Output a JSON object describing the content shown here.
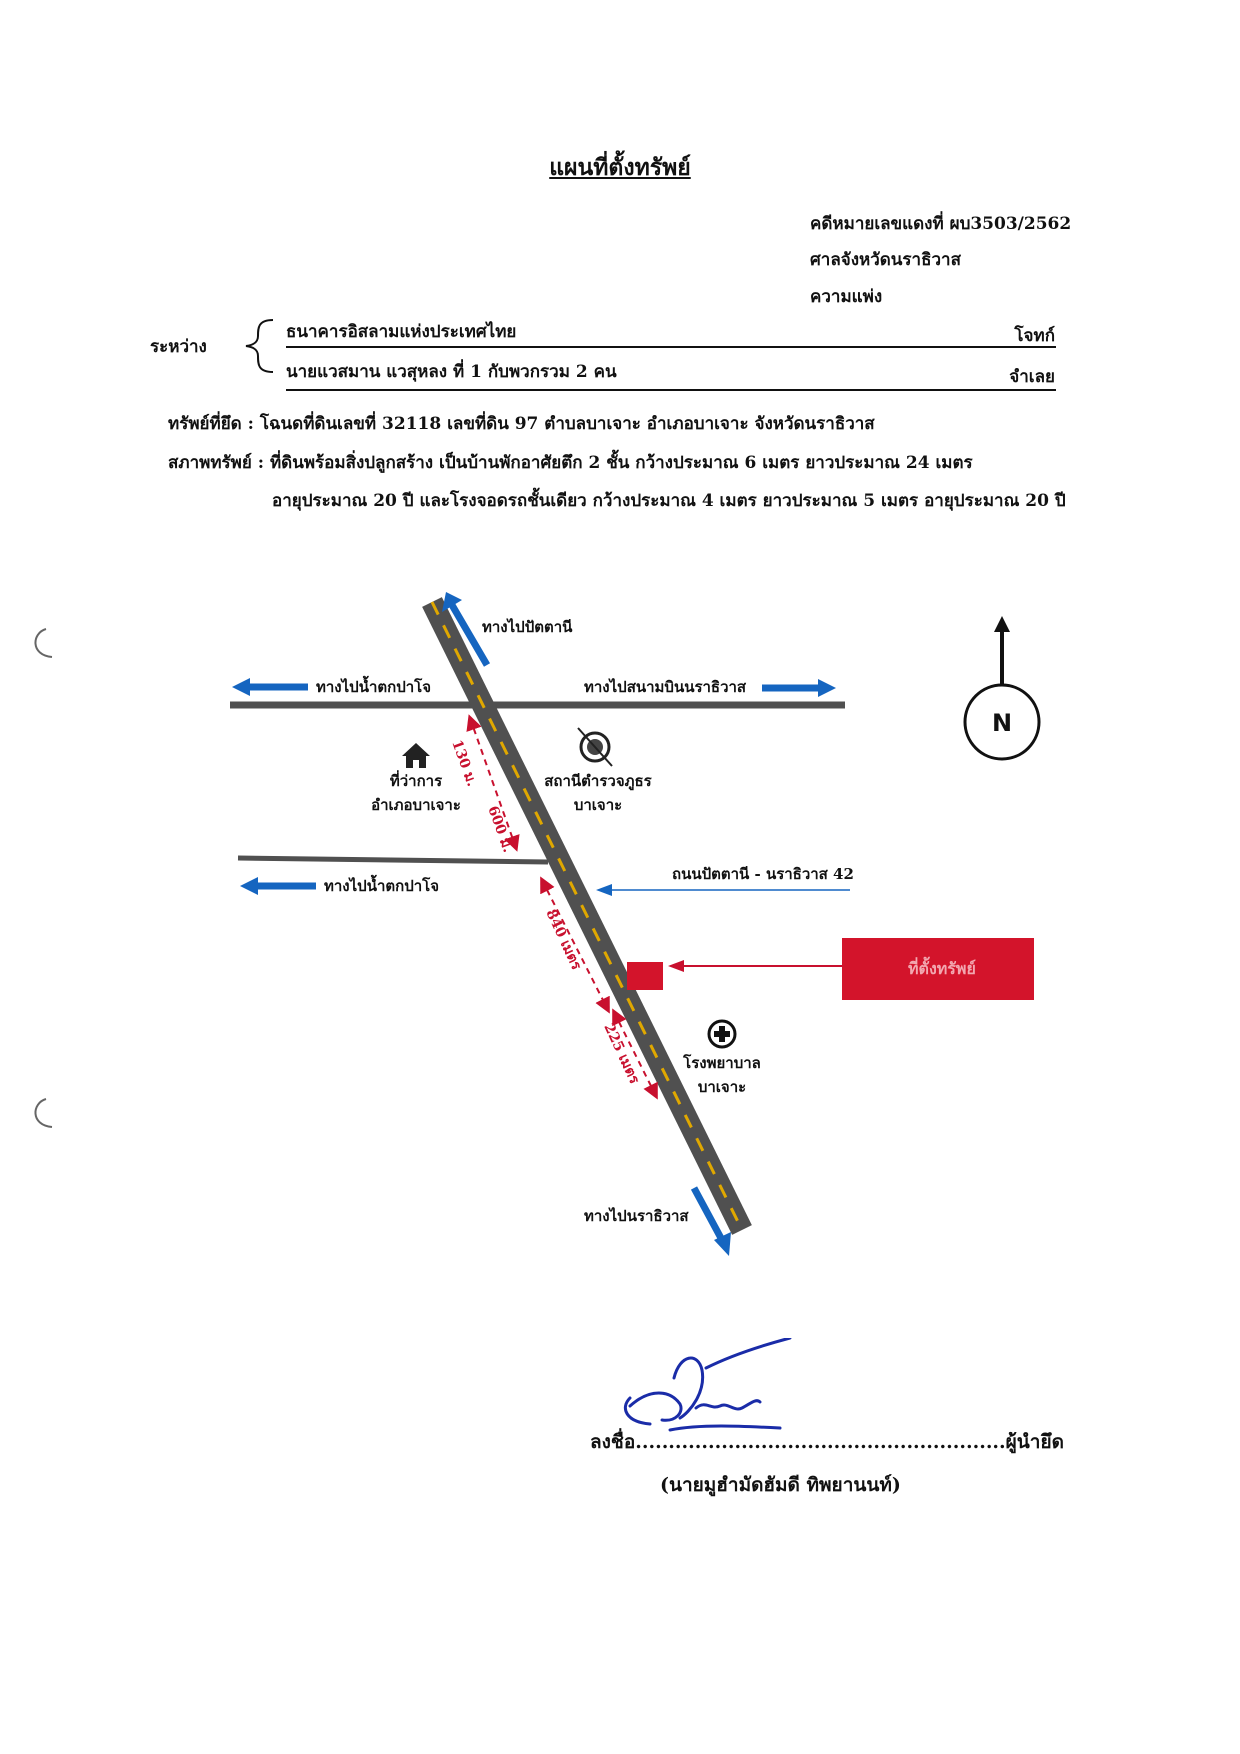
{
  "document": {
    "title": "แผนที่ตั้งทรัพย์",
    "case_number": "คดีหมายเลขแดงที่ ผบ3503/2562",
    "court": "ศาลจังหวัดนราธิวาส",
    "case_type": "ความแพ่ง",
    "between_label": "ระหว่าง",
    "plaintiff": "ธนาคารอิสลามแห่งประเทศไทย",
    "plaintiff_role": "โจทก์",
    "defendant": "นายแวสมาน แวสุหลง ที่ 1 กับพวกรวม 2 คน",
    "defendant_role": "จำเลย",
    "seized_property": "ทรัพย์ที่ยึด : โฉนดที่ดินเลขที่ 32118 เลขที่ดิน 97 ตำบลบาเจาะ อำเภอบาเจาะ จังหวัดนราธิวาส",
    "condition_line1": "สภาพทรัพย์ : ที่ดินพร้อมสิ่งปลูกสร้าง เป็นบ้านพักอาศัยตึก 2 ชั้น กว้างประมาณ 6 เมตร ยาวประมาณ 24 เมตร",
    "condition_line2": "อายุประมาณ 20 ปี และโรงจอดรถชั้นเดียว กว้างประมาณ 4 เมตร ยาวประมาณ 5 เมตร  อายุประมาณ 20 ปี"
  },
  "map": {
    "to_pattani": "ทางไปปัตตานี",
    "to_namtok_top": "ทางไปน้ำตกปาโจ",
    "to_airport": "ทางไปสนามบินนราธิวาส",
    "to_namtok_mid": "ทางไปน้ำตกปาโจ",
    "road_name": "ถนนปัตตานี - นราธิวาส 42",
    "district_office": "ที่ว่าการ อำเภอบาเจาะ",
    "district_office_l1": "ที่ว่าการ",
    "district_office_l2": "อำเภอบาเจาะ",
    "police_l1": "สถานีตำรวจภูธร",
    "police_l2": "บาเจาะ",
    "hospital_l1": "โรงพยาบาล",
    "hospital_l2": "บาเจาะ",
    "to_narathiwat": "ทางไปนราธิวาส",
    "property_location": "ที่ตั้งทรัพย์",
    "dist_130": "130 ม.",
    "dist_600": "600 ม.",
    "dist_840": "840 เมตร",
    "dist_225": "225 เมตร",
    "north": "N",
    "colors": {
      "arrow_blue": "#1565c0",
      "road": "#505050",
      "center_line": "#e0a800",
      "property_red": "#d3142b",
      "distance_red": "#c8102e"
    },
    "icons": [
      "house-icon",
      "police-badge-icon",
      "hospital-cross-icon",
      "north-arrow-icon"
    ]
  },
  "signature": {
    "sign_prefix": "ลงชื่อ",
    "sign_dots": "........................................................",
    "sign_role": "ผู้นำยึด",
    "name": "(นายมูฮำมัดฮัมดี ทิพยานนท์)"
  }
}
